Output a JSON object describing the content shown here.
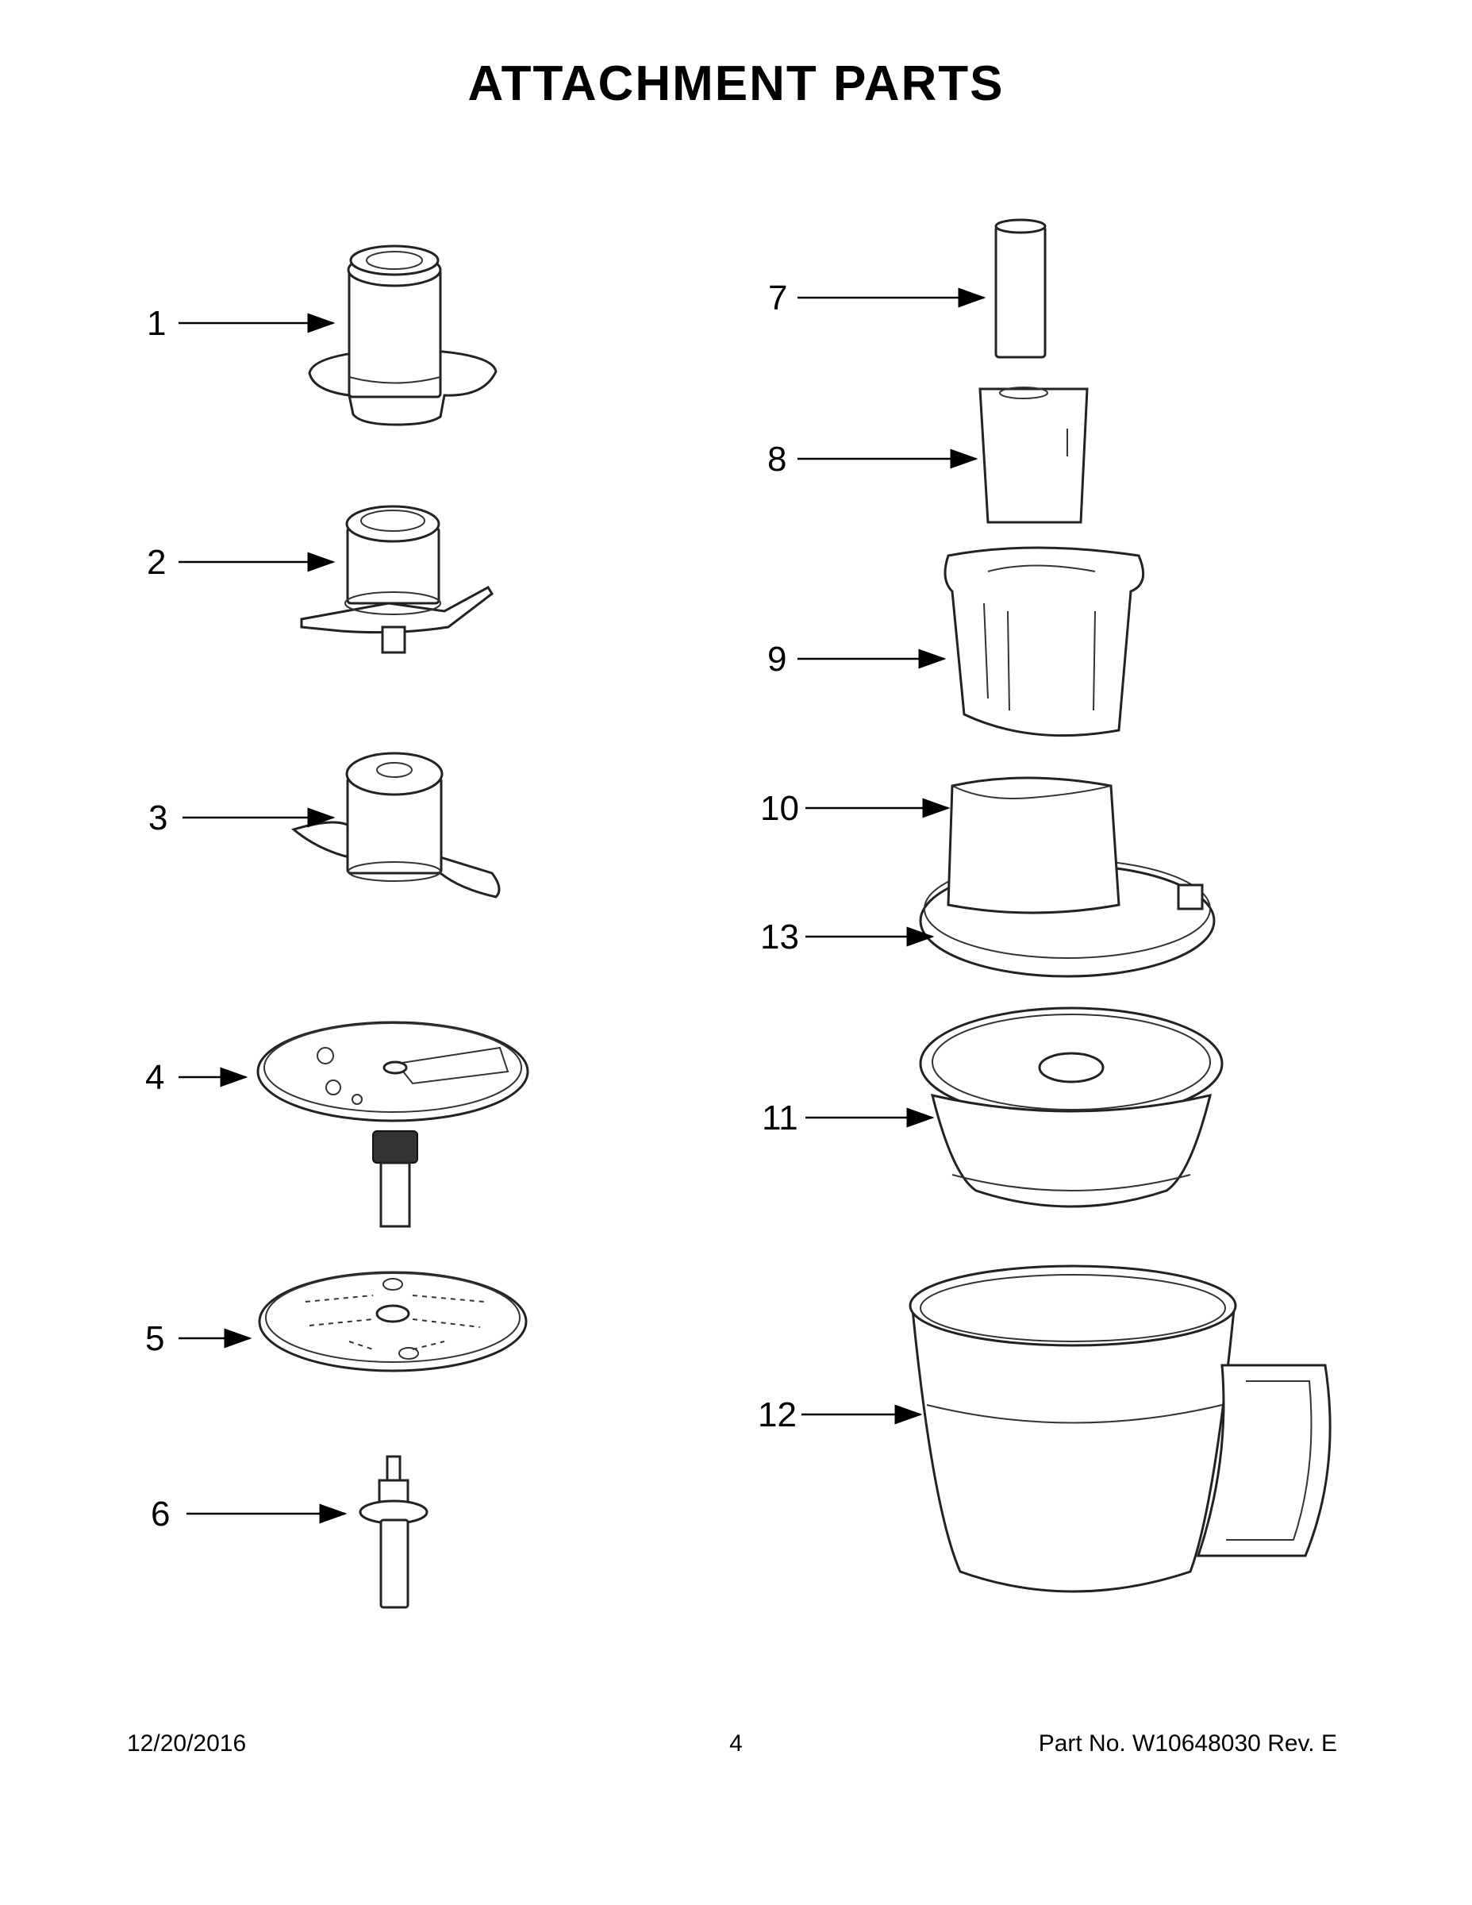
{
  "page": {
    "title": "ATTACHMENT PARTS",
    "footer": {
      "date": "12/20/2016",
      "page_number": "4",
      "part_number": "Part No.  W10648030  Rev.  E"
    }
  },
  "callouts": [
    {
      "id": "1",
      "label": "1"
    },
    {
      "id": "2",
      "label": "2"
    },
    {
      "id": "3",
      "label": "3"
    },
    {
      "id": "4",
      "label": "4"
    },
    {
      "id": "5",
      "label": "5"
    },
    {
      "id": "6",
      "label": "6"
    },
    {
      "id": "7",
      "label": "7"
    },
    {
      "id": "8",
      "label": "8"
    },
    {
      "id": "9",
      "label": "9"
    },
    {
      "id": "10",
      "label": "10"
    },
    {
      "id": "13",
      "label": "13"
    },
    {
      "id": "11",
      "label": "11"
    },
    {
      "id": "12",
      "label": "12"
    }
  ]
}
